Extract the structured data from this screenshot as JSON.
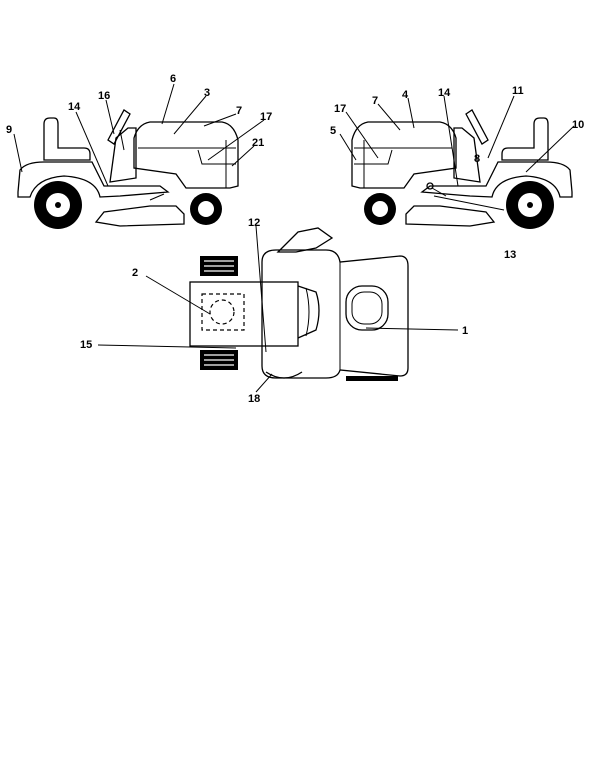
{
  "diagram": {
    "labels": {
      "left_view": [
        "9",
        "14",
        "16",
        "6",
        "3",
        "7",
        "17",
        "21"
      ],
      "right_view": [
        "17",
        "7",
        "4",
        "14",
        "11",
        "10",
        "5",
        "8",
        "13"
      ],
      "top_view": [
        "12",
        "2",
        "15",
        "18",
        "1"
      ]
    }
  }
}
